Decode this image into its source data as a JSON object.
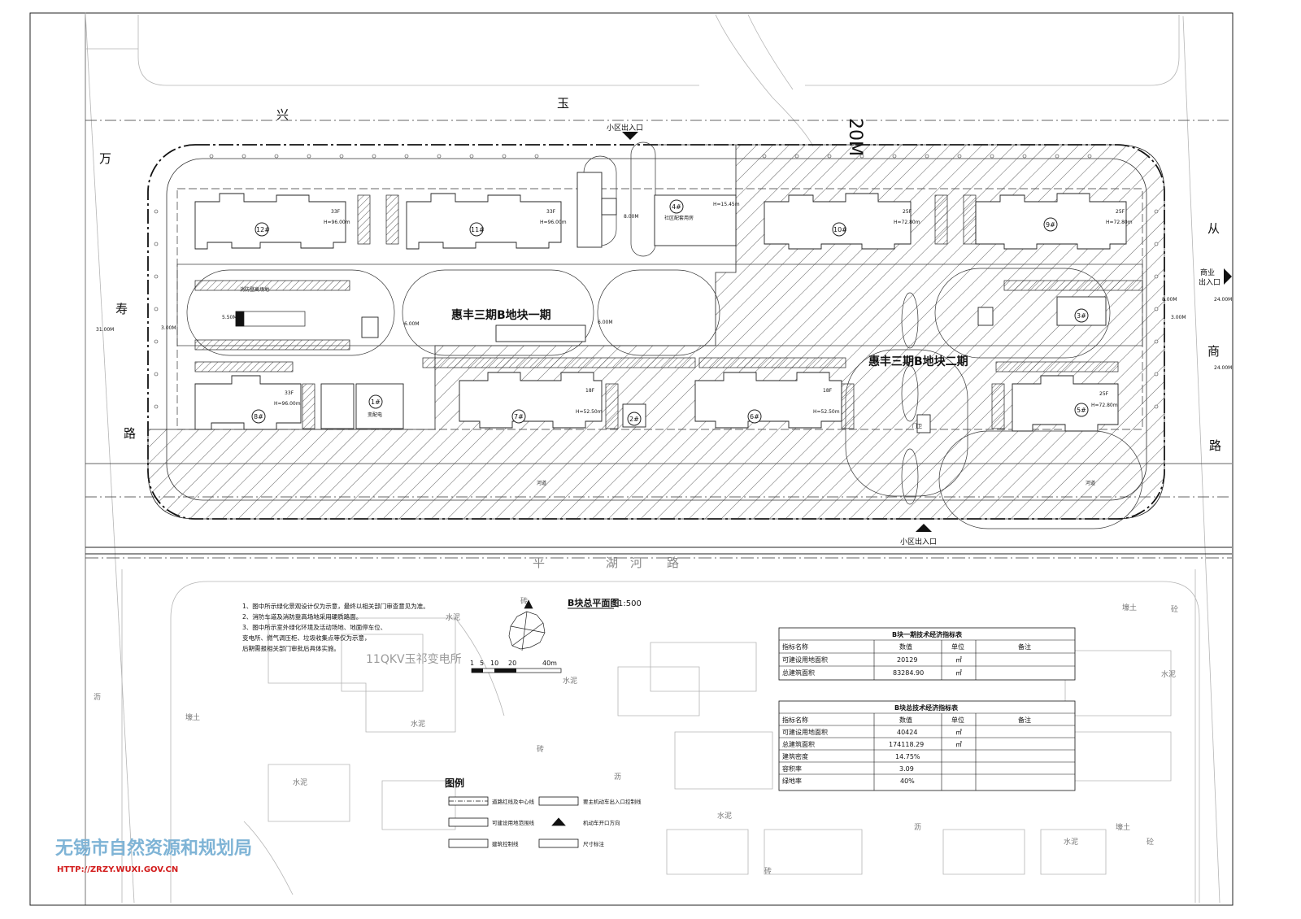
{
  "roads": {
    "north": [
      "兴",
      "玉"
    ],
    "west": [
      "万",
      "寿",
      "路"
    ],
    "east": [
      "从",
      "商",
      "路"
    ],
    "width_label": "20M",
    "south_chars": [
      "平",
      "湖",
      "河",
      "路"
    ]
  },
  "entrances": {
    "north": "小区出入口",
    "south": "小区出入口",
    "east_line1": "商业",
    "east_line2": "出入口"
  },
  "plots": {
    "phase1": "惠丰三期B地块一期",
    "phase2": "惠丰三期B地块二期"
  },
  "buildings": [
    "12#",
    "11#",
    "10#",
    "9#",
    "8#",
    "7#",
    "6#",
    "5#",
    "4#",
    "3#",
    "2#",
    "1#"
  ],
  "floors": [
    "33F",
    "33F",
    "25F",
    "25F",
    "33F",
    "18F",
    "18F",
    "25F"
  ],
  "heights": [
    "H=96.00m",
    "H=96.00m",
    "H=72.80m",
    "H=72.80m",
    "H=96.00m",
    "H=52.50m",
    "H=52.50m",
    "H=72.80m",
    "H=15.45m"
  ],
  "dims": [
    "8.00M",
    "6.00M",
    "31.00M",
    "3.00M",
    "24.00M",
    "24.00M",
    "8.00M",
    "3.00M",
    "5.50M",
    "6.00M"
  ],
  "facility_labels": {
    "community": "社区配套用房",
    "substation": "变配电",
    "lifeguard": "门卫",
    "river": "河道",
    "river2": "河道",
    "fire_site": "消防登高场地"
  },
  "substation_label": "11QKV玉祁变电所",
  "ground_marks": [
    "水泥",
    "砖",
    "砼",
    "壕土",
    "沥"
  ],
  "plan_title": "B块总平面图",
  "plan_scale": "1:500",
  "scale_bar": [
    "1",
    "5",
    "10",
    "20",
    "40m"
  ],
  "notes": [
    "1、图中所示绿化景观设计仅为示意，最终以相关部门审查意见为准。",
    "2、消防车道及消防登高场地采用硬质路面。",
    "3、图中所示室外绿化环境及活动场地、地面停车位、",
    "   变电所、燃气调压柜、垃圾收集点等仅为示意，",
    "   后期需报相关部门审批后具体实施。"
  ],
  "table1": {
    "title": "B块一期技术经济指标表",
    "headers": [
      "指标名称",
      "数值",
      "单位",
      "备注"
    ],
    "rows": [
      [
        "可建设用地面积",
        "20129",
        "㎡",
        ""
      ],
      [
        "总建筑面积",
        "83284.90",
        "㎡",
        ""
      ]
    ]
  },
  "table2": {
    "title": "B块总技术经济指标表",
    "headers": [
      "指标名称",
      "数值",
      "单位",
      "备注"
    ],
    "rows": [
      [
        "可建设用地面积",
        "40424",
        "㎡",
        ""
      ],
      [
        "总建筑面积",
        "174118.29",
        "㎡",
        ""
      ],
      [
        "建筑密度",
        "14.75%",
        "",
        ""
      ],
      [
        "容积率",
        "3.09",
        "",
        ""
      ],
      [
        "绿地率",
        "40%",
        "",
        ""
      ]
    ]
  },
  "legend": {
    "title": "图例",
    "items": [
      "道路红线及中心线",
      "要主机动车出入口控制线",
      "可建设用地范围线",
      "机动车开口方向",
      "建筑控制线",
      "尺寸标注"
    ]
  },
  "watermark": {
    "org": "无锡市自然资源和规划局",
    "url": "HTTP://ZRZY.WUXI.GOV.CN"
  }
}
